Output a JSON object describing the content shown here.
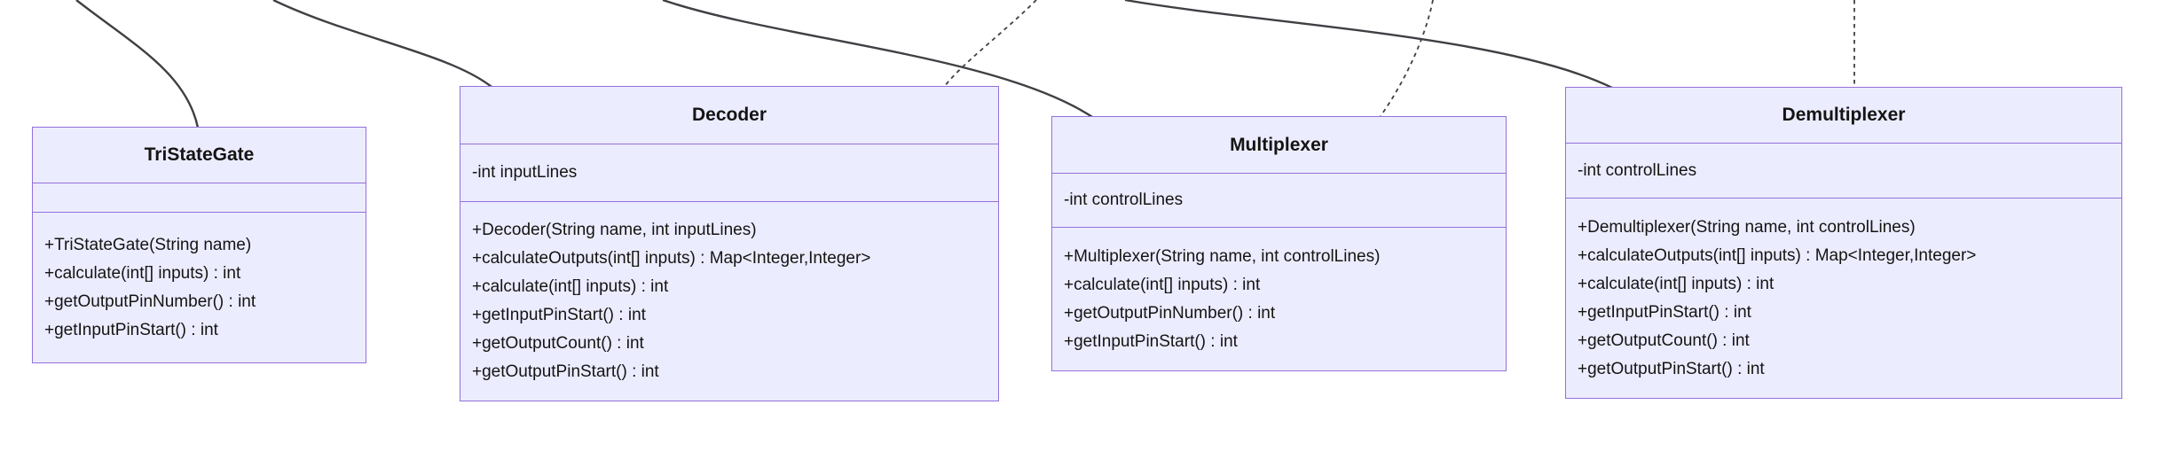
{
  "diagram": {
    "type": "uml-class-diagram",
    "classes": [
      {
        "name": "TriStateGate",
        "attributes": [],
        "methods": [
          "+TriStateGate(String name)",
          "+calculate(int[] inputs) : int",
          "+getOutputPinNumber() : int",
          "+getInputPinStart() : int"
        ]
      },
      {
        "name": "Decoder",
        "attributes": [
          "-int inputLines"
        ],
        "methods": [
          "+Decoder(String name, int inputLines)",
          "+calculateOutputs(int[] inputs) : Map<Integer,Integer>",
          "+calculate(int[] inputs) : int",
          "+getInputPinStart() : int",
          "+getOutputCount() : int",
          "+getOutputPinStart() : int"
        ]
      },
      {
        "name": "Multiplexer",
        "attributes": [
          "-int controlLines"
        ],
        "methods": [
          "+Multiplexer(String name, int controlLines)",
          "+calculate(int[] inputs) : int",
          "+getOutputPinNumber() : int",
          "+getInputPinStart() : int"
        ]
      },
      {
        "name": "Demultiplexer",
        "attributes": [
          "-int controlLines"
        ],
        "methods": [
          "+Demultiplexer(String name, int controlLines)",
          "+calculateOutputs(int[] inputs) : Map<Integer,Integer>",
          "+calculate(int[] inputs) : int",
          "+getInputPinStart() : int",
          "+getOutputCount() : int",
          "+getOutputPinStart() : int"
        ]
      }
    ],
    "colors": {
      "box_fill": "#ECECFF",
      "box_border": "#9370DB",
      "edge": "#3f3f44",
      "text": "#141414",
      "background": "#ffffff"
    }
  }
}
